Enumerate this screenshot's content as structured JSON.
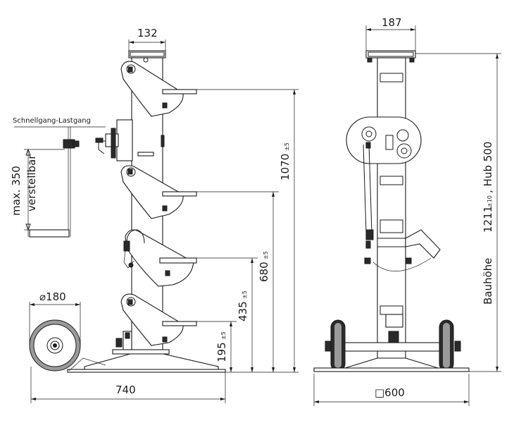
{
  "left_view": {
    "dim_top_width": "132",
    "dim_base_width": "740",
    "dim_height_1070": "1070",
    "tol_1070": "±5",
    "dim_height_680": "680",
    "tol_680": "±5",
    "dim_height_435": "435",
    "tol_435": "±5",
    "dim_height_195": "195",
    "tol_195": "±5",
    "dim_wheel": "⌀180",
    "label_gear_switch": "Schnellgang-Lastgang",
    "label_adjustable_1": "max. 350",
    "label_adjustable_2": "verstellbar"
  },
  "right_view": {
    "dim_top_width": "187",
    "dim_base": "□600",
    "label_height": "Bauhöhe",
    "dim_height": "1211",
    "tol_height": "±10",
    "label_stroke": ", Hub 500"
  }
}
